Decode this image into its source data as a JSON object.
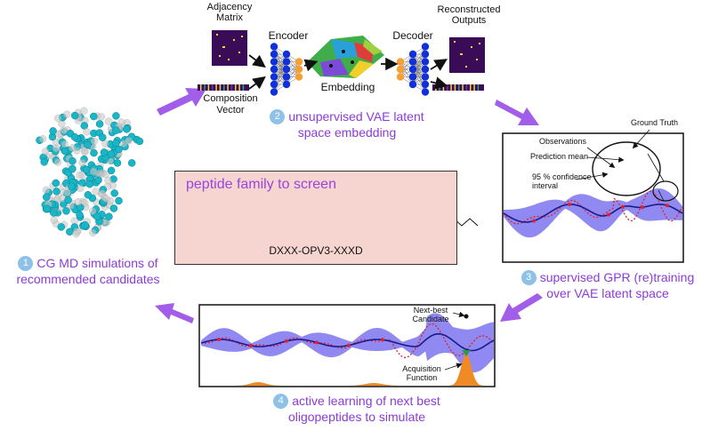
{
  "step1": {
    "num": "1",
    "line1": "CG MD simulations of",
    "line2": "recommended candidates"
  },
  "step2": {
    "num": "2",
    "line1": "unsupervised VAE latent",
    "line2": "space embedding"
  },
  "step3": {
    "num": "3",
    "line1": "supervised GPR (re)training",
    "line2": "over VAE latent space"
  },
  "step4": {
    "num": "4",
    "line1": "active learning of next best",
    "line2": "oligopeptides to simulate"
  },
  "vae": {
    "adjacency": "Adjacency Matrix",
    "composition": "Composition Vector",
    "encoder": "Encoder",
    "embedding": "Embedding",
    "decoder": "Decoder",
    "reconstructed": "Reconstructed Outputs"
  },
  "family": {
    "title": "peptide family to screen",
    "name": "DXXX-OPV3-XXXD"
  },
  "gpr": {
    "ground_truth": "Ground Truth",
    "observations": "Observations",
    "prediction_mean": "Prediction mean",
    "confidence": "95 % confidence interval"
  },
  "al": {
    "next_best": "Next-best Candidate",
    "acquisition": "Acquisition Function"
  },
  "colors": {
    "purple": "#8b3bd8",
    "band": "#7b74ee",
    "mean": "#1a1a8c",
    "truth": "#e0202a",
    "acquisition": "#f08a24",
    "step_circle": "#8ec1e8",
    "node_blue": "#1030d8",
    "node_orange": "#f5a034",
    "matrix": "#3a0c58"
  }
}
